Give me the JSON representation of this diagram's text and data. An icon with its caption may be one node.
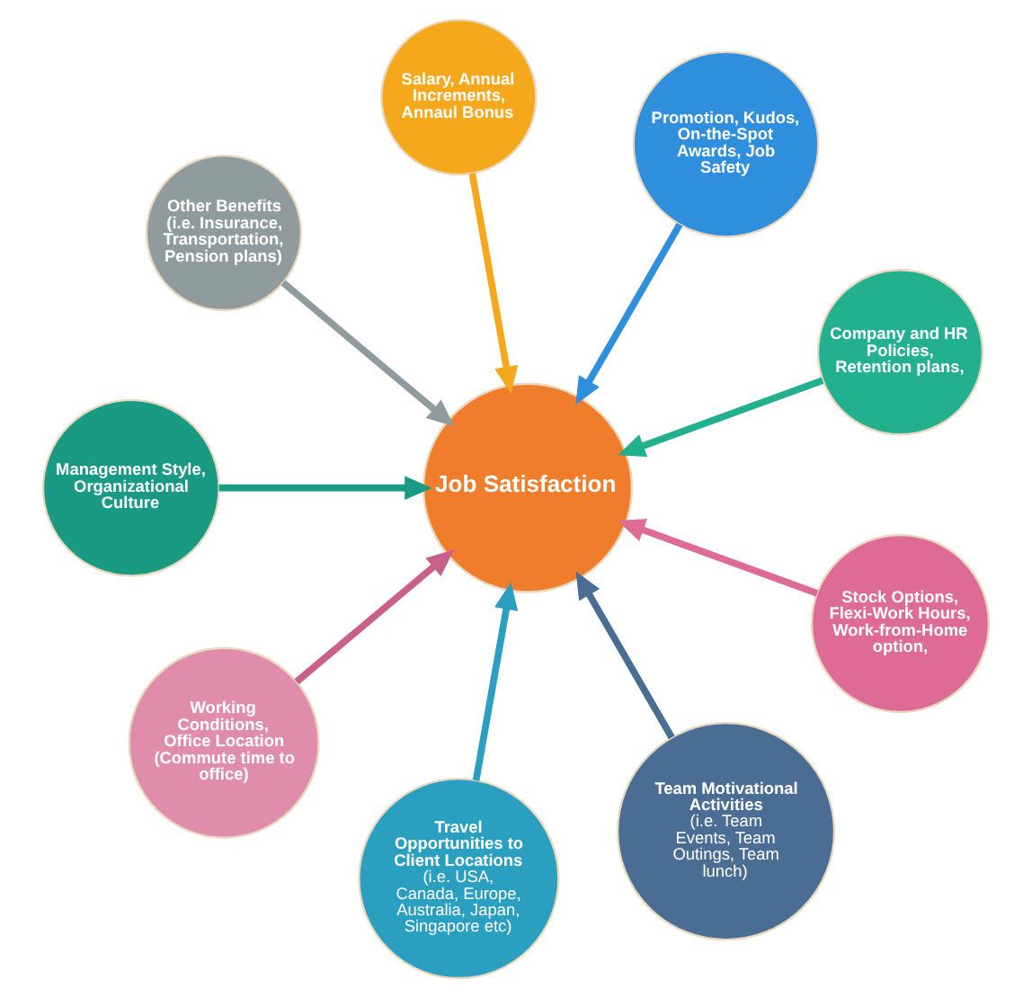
{
  "diagram": {
    "nodes": [
      {
        "text": [
          "Salary, Annual Increments, Annaul Bonus"
        ]
      },
      {
        "text": [
          "Other Benefits (i.e. Insurance, Transportation, Pension plans)"
        ]
      },
      {
        "text": [
          "Promotion, Kudos, On-the-Spot Awards, Job Safety"
        ]
      },
      {
        "text": [
          "Management Style, Organizational Culture"
        ]
      },
      {
        "text": [
          "Job Satisfaction"
        ]
      },
      {
        "text": [
          "Company and HR Policies, Retention plans,"
        ]
      },
      {
        "text": [
          "Working Conditions, Office Location (Commute time to office)"
        ]
      },
      {
        "text": [
          "Stock Options, Flexi-Work Hours, Work-from-Home option,"
        ]
      },
      {
        "text": [
          "Travel Opportunities to Client Locations",
          "(i.e. USA, Canada, Europe, Australia, Japan, Singapore etc)"
        ]
      },
      {
        "text": [
          "Team Motivational Activities",
          "(i.e. Team Events, Team Outings, Team lunch)"
        ]
      }
    ],
    "edges": [
      {
        "from": 0,
        "to": 4,
        "arrow": "to",
        "color": "#f6a81c"
      },
      {
        "from": 2,
        "to": 4,
        "arrow": "to",
        "color": "#2f8fdd"
      },
      {
        "from": 5,
        "to": 4,
        "arrow": "to",
        "color": "#22b08e"
      },
      {
        "from": 7,
        "to": 4,
        "arrow": "to",
        "color": "#dd6b95"
      },
      {
        "from": 9,
        "to": 4,
        "arrow": "to",
        "color": "#4a6d94"
      },
      {
        "from": 8,
        "to": 4,
        "arrow": "to",
        "color": "#2a9fbf"
      },
      {
        "from": 6,
        "to": 4,
        "arrow": "to",
        "color": "#c8608a"
      },
      {
        "from": 3,
        "to": 4,
        "arrow": "to",
        "color": "#1a9a82"
      },
      {
        "from": 1,
        "to": 4,
        "arrow": "to",
        "color": "#8f9b9d"
      }
    ]
  }
}
